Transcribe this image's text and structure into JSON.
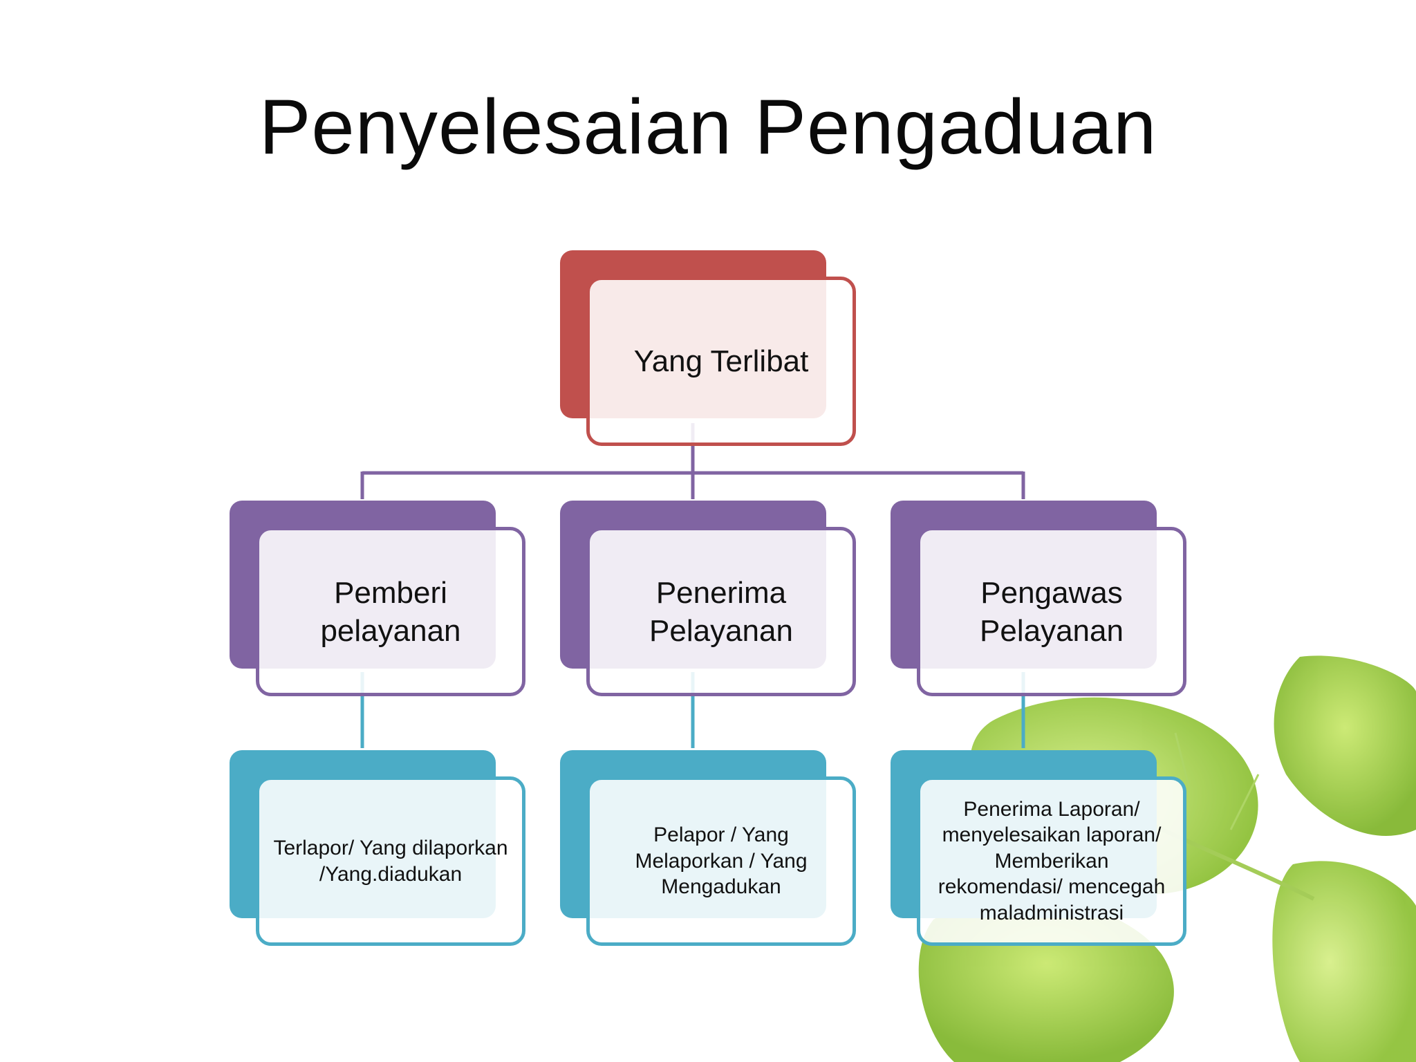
{
  "title": "Penyelesaian Pengaduan",
  "colors": {
    "root": "#c0504d",
    "level1": "#8064a2",
    "level2": "#4bacc6",
    "leaf": "#9ccc3a"
  },
  "diagram": {
    "root": {
      "label": "Yang Terlibat"
    },
    "branches": [
      {
        "label": "Pemberi\npelayanan",
        "child": {
          "label": "Terlapor/ Yang dilaporkan\n/Yang.diadukan"
        }
      },
      {
        "label": "Penerima\nPelayanan",
        "child": {
          "label": "Pelapor / Yang\nMelaporkan / Yang\nMengadukan"
        }
      },
      {
        "label": "Pengawas\nPelayanan",
        "child": {
          "label": "Penerima Laporan/\nmenyelesaikan laporan/\nMemberikan\nrekomendasi/ mencegah\nmaladministrasi"
        }
      }
    ]
  },
  "decoration": {
    "image": "green-leaves"
  }
}
